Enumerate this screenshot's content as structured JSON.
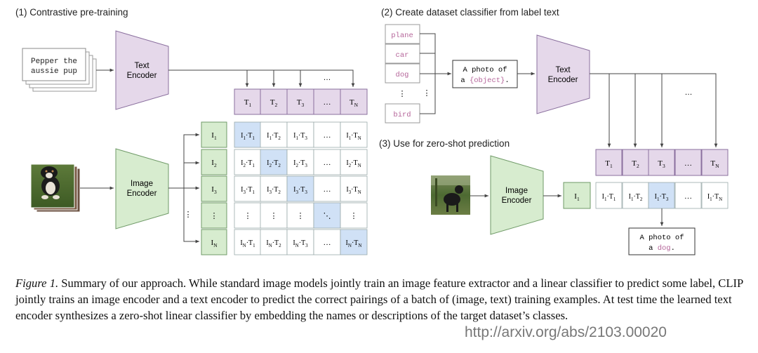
{
  "section_titles": {
    "pretraining": "(1) Contrastive pre-training",
    "classifier": "(2) Create dataset classifier from label text",
    "zeroshot": "(3) Use for zero-shot prediction"
  },
  "text_input": {
    "line1": "Pepper the",
    "line2": "aussie pup"
  },
  "encoders": {
    "text": {
      "line1": "Text",
      "line2": "Encoder"
    },
    "image": {
      "line1": "Image",
      "line2": "Encoder"
    }
  },
  "text_embeddings": [
    {
      "base": "T",
      "sub": "1"
    },
    {
      "base": "T",
      "sub": "2"
    },
    {
      "base": "T",
      "sub": "3"
    },
    {
      "base": "…",
      "sub": ""
    },
    {
      "base": "T",
      "sub": "N"
    }
  ],
  "image_embeddings": [
    {
      "base": "I",
      "sub": "1"
    },
    {
      "base": "I",
      "sub": "2"
    },
    {
      "base": "I",
      "sub": "3"
    },
    {
      "base": "⋮",
      "sub": ""
    },
    {
      "base": "I",
      "sub": "N"
    }
  ],
  "matrix_highlight_color": "#d0e1f6",
  "embedding_colors": {
    "text": "#e5d8ea",
    "image": "#d7eccf",
    "text_stroke": "#8a6f9e",
    "image_stroke": "#6f9a67"
  },
  "labels": [
    "plane",
    "car",
    "dog",
    "⋮",
    "bird"
  ],
  "label_color": "#b5659a",
  "prompt_template": {
    "line1": "A photo of",
    "line2_prefix": "a ",
    "object": "{object}",
    "line2_suffix": "."
  },
  "zero_shot_image_embedding": {
    "base": "I",
    "sub": "1"
  },
  "zero_shot_row": [
    {
      "a": "1",
      "b": "1"
    },
    {
      "a": "1",
      "b": "2"
    },
    {
      "a": "1",
      "b": "3"
    },
    {
      "a": "",
      "b": ""
    },
    {
      "a": "1",
      "b": "N"
    }
  ],
  "prediction": {
    "line1": "A photo of",
    "line2_prefix": "a ",
    "object": "dog",
    "line2_suffix": "."
  },
  "ellipsis": "…",
  "caption": {
    "label": "Figure 1.",
    "text": " Summary of our approach. While standard image models jointly train an image feature extractor and a linear classifier to predict some label, CLIP jointly trains an image encoder and a text encoder to predict the correct pairings of a batch of (image, text) training examples. At test time the learned text encoder synthesizes a zero-shot linear classifier by embedding the names or descriptions of the target dataset’s classes."
  },
  "url": "http://arxiv.org/abs/2103.00020"
}
